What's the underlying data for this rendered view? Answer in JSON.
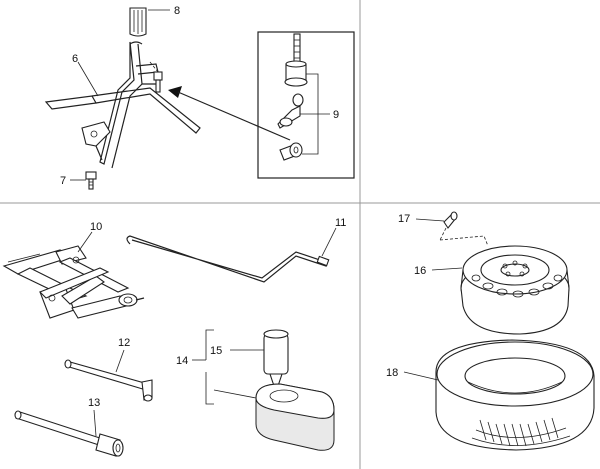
{
  "callouts": {
    "c6": "6",
    "c7": "7",
    "c8": "8",
    "c9": "9",
    "c10": "10",
    "c11": "11",
    "c12": "12",
    "c13": "13",
    "c14": "14",
    "c15": "15",
    "c16": "16",
    "c17": "17",
    "c18": "18"
  }
}
